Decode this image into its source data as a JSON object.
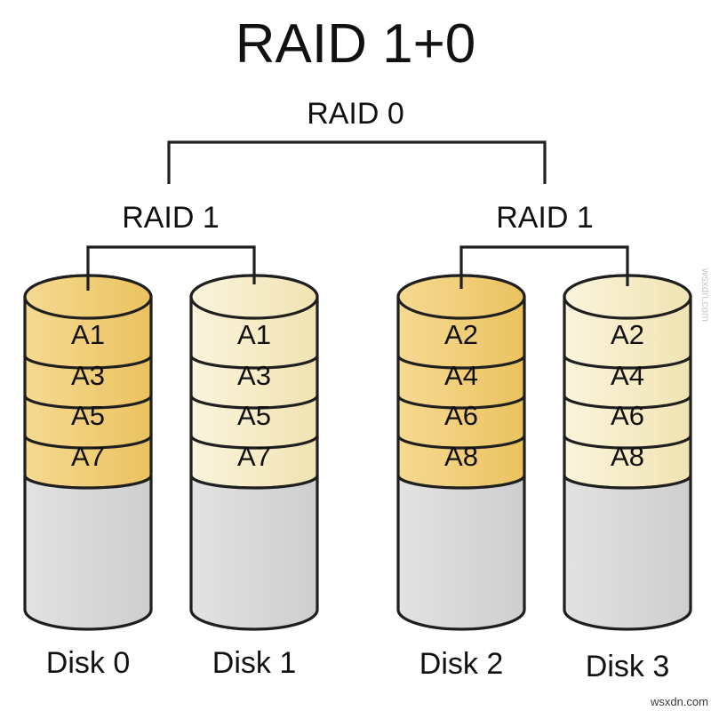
{
  "title": "RAID 1+0",
  "raid0_label": "RAID 0",
  "raid1_left_label": "RAID 1",
  "raid1_right_label": "RAID 1",
  "disks": [
    {
      "name": "Disk 0",
      "tone": "gold",
      "blocks": [
        "A1",
        "A3",
        "A5",
        "A7"
      ]
    },
    {
      "name": "Disk 1",
      "tone": "cream",
      "blocks": [
        "A1",
        "A3",
        "A5",
        "A7"
      ]
    },
    {
      "name": "Disk 2",
      "tone": "gold",
      "blocks": [
        "A2",
        "A4",
        "A6",
        "A8"
      ]
    },
    {
      "name": "Disk 3",
      "tone": "cream",
      "blocks": [
        "A2",
        "A4",
        "A6",
        "A8"
      ]
    }
  ],
  "watermark": "wsxdn.com",
  "colors": {
    "outline": "#1f1f1f",
    "text": "#111111",
    "gold_light": "#f6da92",
    "gold_dark": "#eac25f",
    "cream_light": "#fbf4dc",
    "cream_dark": "#f0e3b2",
    "gray_light": "#e2e2e2",
    "gray_dark": "#cecece",
    "watermark_dark": "#3a3a3a",
    "watermark_faint": "#c9c9c9"
  }
}
